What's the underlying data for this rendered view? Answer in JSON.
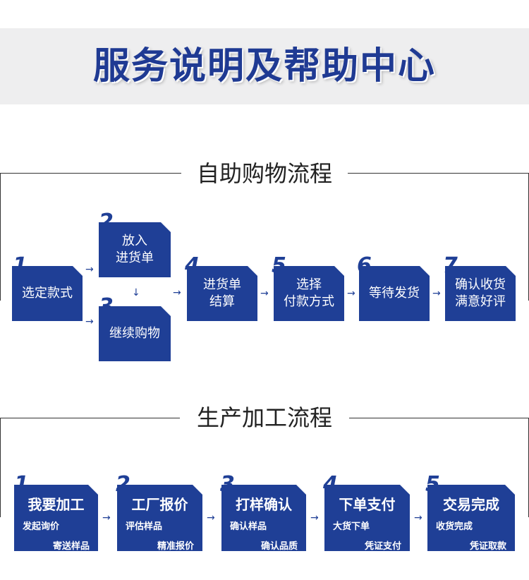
{
  "header": {
    "title": "服务说明及帮助中心"
  },
  "shopping_flow": {
    "title": "自助购物流程",
    "steps": [
      {
        "num": "1",
        "label": "选定款式"
      },
      {
        "num": "2",
        "line1": "放入",
        "line2": "进货单"
      },
      {
        "num": "3",
        "label": "继续购物"
      },
      {
        "num": "4",
        "line1": "进货单",
        "line2": "结算"
      },
      {
        "num": "5",
        "line1": "选择",
        "line2": "付款方式"
      },
      {
        "num": "6",
        "label": "等待发货"
      },
      {
        "num": "7",
        "line1": "确认收货",
        "line2": "满意好评"
      }
    ]
  },
  "production_flow": {
    "title": "生产加工流程",
    "steps": [
      {
        "num": "1",
        "title": "我要加工",
        "sub1": "发起询价",
        "sub2": "寄送样品"
      },
      {
        "num": "2",
        "title": "工厂报价",
        "sub1": "评估样品",
        "sub2": "精准报价"
      },
      {
        "num": "3",
        "title": "打样确认",
        "sub1": "确认样品",
        "sub2": "确认品质"
      },
      {
        "num": "4",
        "title": "下单支付",
        "sub1": "大货下单",
        "sub2": "凭证支付"
      },
      {
        "num": "5",
        "title": "交易完成",
        "sub1": "收货完成",
        "sub2": "凭证取款"
      }
    ]
  },
  "colors": {
    "box": "#1f3f96",
    "title": "#1f3a93"
  },
  "icons": {
    "arrow_right": "arrow-right-icon",
    "arrow_down": "arrow-down-icon"
  }
}
